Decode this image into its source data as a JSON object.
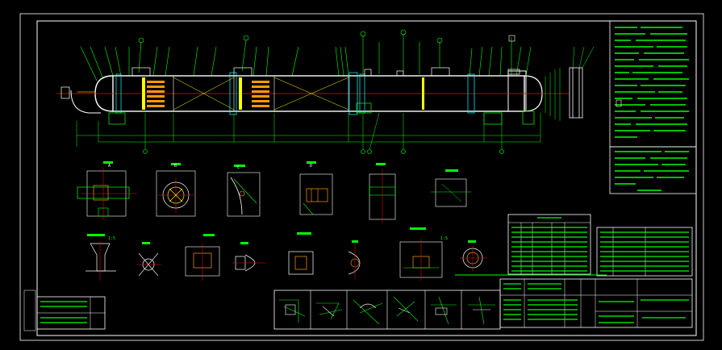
{
  "drawing": {
    "background": "#000000",
    "line_color": "#00ff00",
    "center_line_color": "#ff0000",
    "outline_color": "#ffffff",
    "highlight_color": "#ffff00",
    "dimension_color": "#00ffff",
    "nozzle_color": "#ff8000",
    "accent_color": "#ff00ff"
  },
  "labels": {
    "detail_a": "A",
    "detail_b": "B",
    "detail_c": "C",
    "detail_d": "D",
    "ratio_left": "1:5",
    "ratio_right": "1:5"
  }
}
